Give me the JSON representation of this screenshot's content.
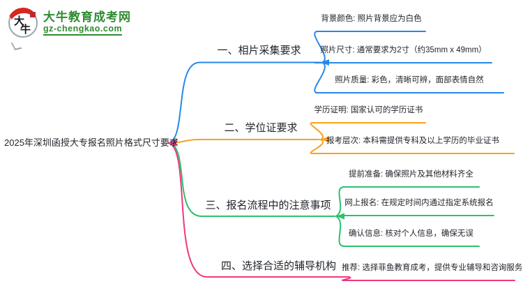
{
  "logo": {
    "icon_char_top": "大",
    "icon_char_bottom": "牛",
    "site_name": "大牛教育成考网",
    "site_url": "gz-chengkao.com",
    "brand_green": "#2e8b31",
    "brand_red": "#d5281e"
  },
  "mindmap": {
    "central_topic": "2025年深圳函授大专报名照片格式尺寸要求",
    "branch_colors": {
      "blue": "#2788e8",
      "orange": "#f9a11b",
      "green": "#2bc16e",
      "pink": "#f1377e"
    },
    "branches": [
      {
        "label": "一、相片采集要求",
        "color": "#2788e8",
        "children": [
          "背景颜色: 照片背景应为白色",
          "照片尺寸: 通常要求为2寸（约35mm x 49mm）",
          "照片质量: 彩色，清晰可辨，面部表情自然"
        ]
      },
      {
        "label": "二、学位证要求",
        "color": "#f9a11b",
        "children": [
          "学历证明: 国家认可的学历证书",
          "报考层次: 本科需提供专科及以上学历的毕业证书"
        ]
      },
      {
        "label": "三、报名流程中的注意事项",
        "color": "#2bc16e",
        "children": [
          "提前准备: 确保照片及其他材料齐全",
          "网上报名: 在规定时间内通过指定系统报名",
          "确认信息: 核对个人信息，确保无误"
        ]
      },
      {
        "label": "四、选择合适的辅导机构",
        "color": "#f1377e",
        "children": [
          "推荐: 选择菲鱼教育成考，提供专业辅导和咨询服务"
        ]
      }
    ]
  }
}
